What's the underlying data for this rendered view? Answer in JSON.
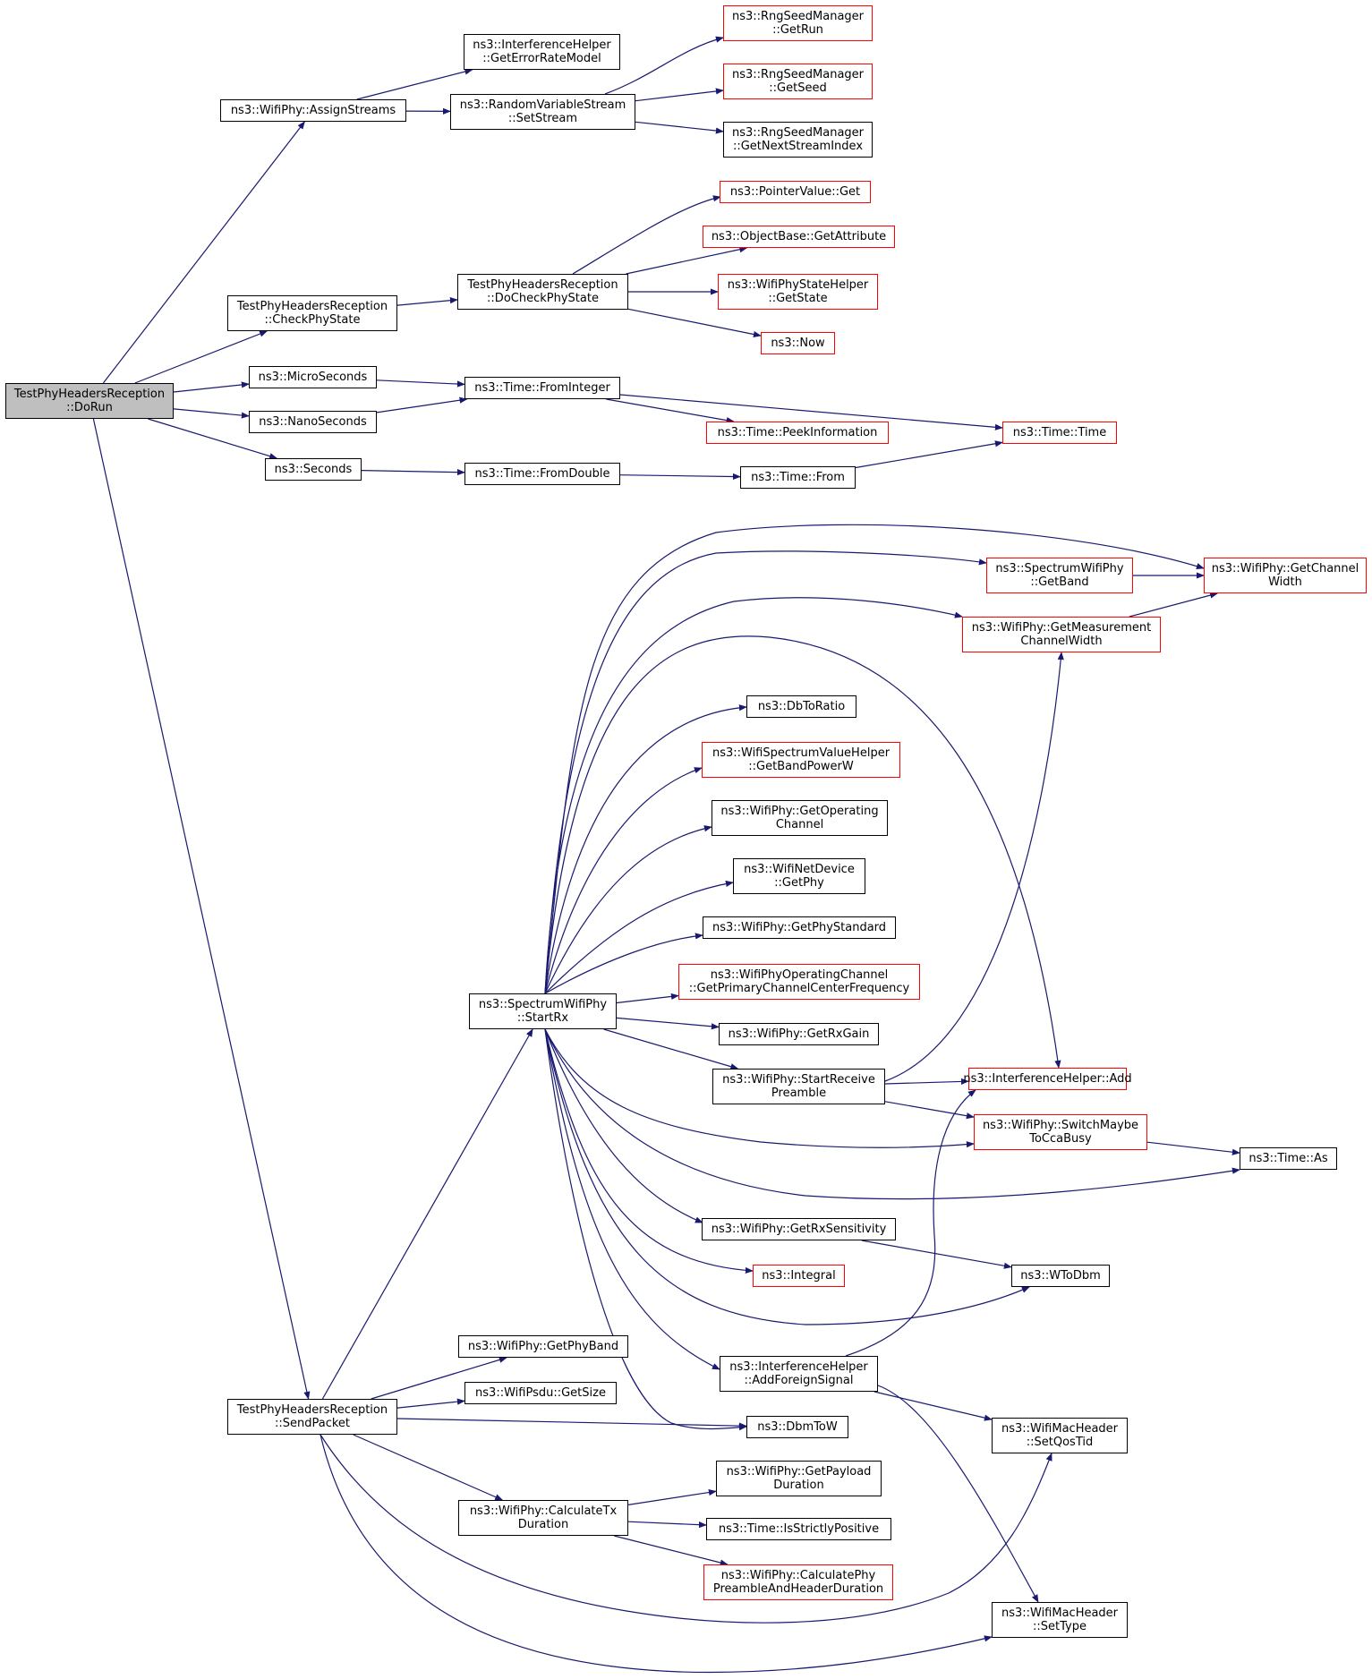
{
  "nodes": [
    {
      "id": "dorun",
      "style": "root",
      "lines": [
        "TestPhyHeadersReception",
        "::DoRun"
      ]
    },
    {
      "id": "assignstreams",
      "style": "normal",
      "lines": [
        "ns3::WifiPhy::AssignStreams"
      ]
    },
    {
      "id": "geterrorratemodel",
      "style": "normal",
      "lines": [
        "ns3::InterferenceHelper",
        "::GetErrorRateModel"
      ]
    },
    {
      "id": "setstream",
      "style": "normal",
      "lines": [
        "ns3::RandomVariableStream",
        "::SetStream"
      ]
    },
    {
      "id": "getrun",
      "style": "red",
      "lines": [
        "ns3::RngSeedManager",
        "::GetRun"
      ]
    },
    {
      "id": "getseed",
      "style": "red",
      "lines": [
        "ns3::RngSeedManager",
        "::GetSeed"
      ]
    },
    {
      "id": "getnextstreamindex",
      "style": "normal",
      "lines": [
        "ns3::RngSeedManager",
        "::GetNextStreamIndex"
      ]
    },
    {
      "id": "checkphystate",
      "style": "normal",
      "lines": [
        "TestPhyHeadersReception",
        "::CheckPhyState"
      ]
    },
    {
      "id": "docheckphystate",
      "style": "normal",
      "lines": [
        "TestPhyHeadersReception",
        "::DoCheckPhyState"
      ]
    },
    {
      "id": "pointervalueget",
      "style": "red",
      "lines": [
        "ns3::PointerValue::Get"
      ]
    },
    {
      "id": "getattribute",
      "style": "red",
      "lines": [
        "ns3::ObjectBase::GetAttribute"
      ]
    },
    {
      "id": "getstate",
      "style": "red",
      "lines": [
        "ns3::WifiPhyStateHelper",
        "::GetState"
      ]
    },
    {
      "id": "now",
      "style": "red",
      "lines": [
        "ns3::Now"
      ]
    },
    {
      "id": "microseconds",
      "style": "normal",
      "lines": [
        "ns3::MicroSeconds"
      ]
    },
    {
      "id": "nanoseconds",
      "style": "normal",
      "lines": [
        "ns3::NanoSeconds"
      ]
    },
    {
      "id": "seconds",
      "style": "normal",
      "lines": [
        "ns3::Seconds"
      ]
    },
    {
      "id": "frominteger",
      "style": "normal",
      "lines": [
        "ns3::Time::FromInteger"
      ]
    },
    {
      "id": "peekinformation",
      "style": "red",
      "lines": [
        "ns3::Time::PeekInformation"
      ]
    },
    {
      "id": "timetime",
      "style": "red",
      "lines": [
        "ns3::Time::Time"
      ]
    },
    {
      "id": "fromdouble",
      "style": "normal",
      "lines": [
        "ns3::Time::FromDouble"
      ]
    },
    {
      "id": "timefrom",
      "style": "normal",
      "lines": [
        "ns3::Time::From"
      ]
    },
    {
      "id": "getchannelwidth",
      "style": "red",
      "lines": [
        "ns3::WifiPhy::GetChannel",
        "Width"
      ]
    },
    {
      "id": "getband",
      "style": "red",
      "lines": [
        "ns3::SpectrumWifiPhy",
        "::GetBand"
      ]
    },
    {
      "id": "getmeasurementchannelwidth",
      "style": "red",
      "lines": [
        "ns3::WifiPhy::GetMeasurement",
        "ChannelWidth"
      ]
    },
    {
      "id": "dbtoratio",
      "style": "normal",
      "lines": [
        "ns3::DbToRatio"
      ]
    },
    {
      "id": "getbandpowerw",
      "style": "red",
      "lines": [
        "ns3::WifiSpectrumValueHelper",
        "::GetBandPowerW"
      ]
    },
    {
      "id": "getoperatingchannel",
      "style": "normal",
      "lines": [
        "ns3::WifiPhy::GetOperating",
        "Channel"
      ]
    },
    {
      "id": "getphy",
      "style": "normal",
      "lines": [
        "ns3::WifiNetDevice",
        "::GetPhy"
      ]
    },
    {
      "id": "getphystandard",
      "style": "normal",
      "lines": [
        "ns3::WifiPhy::GetPhyStandard"
      ]
    },
    {
      "id": "getprimarychannelcenterfrequency",
      "style": "red",
      "lines": [
        "ns3::WifiPhyOperatingChannel",
        "::GetPrimaryChannelCenterFrequency"
      ]
    },
    {
      "id": "startrx",
      "style": "normal",
      "lines": [
        "ns3::SpectrumWifiPhy",
        "::StartRx"
      ]
    },
    {
      "id": "getrxgain",
      "style": "normal",
      "lines": [
        "ns3::WifiPhy::GetRxGain"
      ]
    },
    {
      "id": "startreceivepreamble",
      "style": "normal",
      "lines": [
        "ns3::WifiPhy::StartReceive",
        "Preamble"
      ]
    },
    {
      "id": "interferenceadd",
      "style": "red",
      "lines": [
        "ns3::InterferenceHelper::Add"
      ]
    },
    {
      "id": "switchmaybetoccabusy",
      "style": "red",
      "lines": [
        "ns3::WifiPhy::SwitchMaybe",
        "ToCcaBusy"
      ]
    },
    {
      "id": "timeas",
      "style": "normal",
      "lines": [
        "ns3::Time::As"
      ]
    },
    {
      "id": "getrxsensitivity",
      "style": "normal",
      "lines": [
        "ns3::WifiPhy::GetRxSensitivity"
      ]
    },
    {
      "id": "integral",
      "style": "red",
      "lines": [
        "ns3::Integral"
      ]
    },
    {
      "id": "wtodbm",
      "style": "normal",
      "lines": [
        "ns3::WToDbm"
      ]
    },
    {
      "id": "addforeignsignal",
      "style": "normal",
      "lines": [
        "ns3::InterferenceHelper",
        "::AddForeignSignal"
      ]
    },
    {
      "id": "getphyband",
      "style": "normal",
      "lines": [
        "ns3::WifiPhy::GetPhyBand"
      ]
    },
    {
      "id": "sendpacket",
      "style": "normal",
      "lines": [
        "TestPhyHeadersReception",
        "::SendPacket"
      ]
    },
    {
      "id": "getsize",
      "style": "normal",
      "lines": [
        "ns3::WifiPsdu::GetSize"
      ]
    },
    {
      "id": "dbmtow",
      "style": "normal",
      "lines": [
        "ns3::DbmToW"
      ]
    },
    {
      "id": "setqostid",
      "style": "normal",
      "lines": [
        "ns3::WifiMacHeader",
        "::SetQosTid"
      ]
    },
    {
      "id": "getpayloadduration",
      "style": "normal",
      "lines": [
        "ns3::WifiPhy::GetPayload",
        "Duration"
      ]
    },
    {
      "id": "calculatetxduration",
      "style": "normal",
      "lines": [
        "ns3::WifiPhy::CalculateTx",
        "Duration"
      ]
    },
    {
      "id": "isstrictlypositive",
      "style": "normal",
      "lines": [
        "ns3::Time::IsStrictlyPositive"
      ]
    },
    {
      "id": "calculatephypreambleandheaderduration",
      "style": "red",
      "lines": [
        "ns3::WifiPhy::CalculatePhy",
        "PreambleAndHeaderDuration"
      ]
    },
    {
      "id": "settype",
      "style": "normal",
      "lines": [
        "ns3::WifiMacHeader",
        "::SetType"
      ]
    }
  ],
  "edges": [
    [
      "dorun",
      "assignstreams"
    ],
    [
      "dorun",
      "checkphystate"
    ],
    [
      "dorun",
      "microseconds"
    ],
    [
      "dorun",
      "nanoseconds"
    ],
    [
      "dorun",
      "seconds"
    ],
    [
      "dorun",
      "sendpacket"
    ],
    [
      "assignstreams",
      "geterrorratemodel"
    ],
    [
      "assignstreams",
      "setstream"
    ],
    [
      "setstream",
      "getrun"
    ],
    [
      "setstream",
      "getseed"
    ],
    [
      "setstream",
      "getnextstreamindex"
    ],
    [
      "checkphystate",
      "docheckphystate"
    ],
    [
      "docheckphystate",
      "pointervalueget"
    ],
    [
      "docheckphystate",
      "getattribute"
    ],
    [
      "docheckphystate",
      "getstate"
    ],
    [
      "docheckphystate",
      "now"
    ],
    [
      "microseconds",
      "frominteger"
    ],
    [
      "nanoseconds",
      "frominteger"
    ],
    [
      "frominteger",
      "peekinformation"
    ],
    [
      "frominteger",
      "timetime"
    ],
    [
      "seconds",
      "fromdouble"
    ],
    [
      "fromdouble",
      "timefrom"
    ],
    [
      "timefrom",
      "timetime"
    ],
    [
      "startrx",
      "getchannelwidth"
    ],
    [
      "startrx",
      "getband"
    ],
    [
      "startrx",
      "getmeasurementchannelwidth"
    ],
    [
      "startrx",
      "interferenceadd"
    ],
    [
      "startrx",
      "dbtoratio"
    ],
    [
      "startrx",
      "getbandpowerw"
    ],
    [
      "startrx",
      "getoperatingchannel"
    ],
    [
      "startrx",
      "getphy"
    ],
    [
      "startrx",
      "getphystandard"
    ],
    [
      "startrx",
      "getprimarychannelcenterfrequency"
    ],
    [
      "startrx",
      "getrxgain"
    ],
    [
      "startrx",
      "startreceivepreamble"
    ],
    [
      "startrx",
      "switchmaybetoccabusy"
    ],
    [
      "startrx",
      "timeas"
    ],
    [
      "startrx",
      "getrxsensitivity"
    ],
    [
      "startrx",
      "integral"
    ],
    [
      "startrx",
      "wtodbm"
    ],
    [
      "startrx",
      "addforeignsignal"
    ],
    [
      "startrx",
      "dbmtow"
    ],
    [
      "getband",
      "getchannelwidth"
    ],
    [
      "getmeasurementchannelwidth",
      "getchannelwidth"
    ],
    [
      "startreceivepreamble",
      "getmeasurementchannelwidth"
    ],
    [
      "startreceivepreamble",
      "interferenceadd"
    ],
    [
      "startreceivepreamble",
      "switchmaybetoccabusy"
    ],
    [
      "switchmaybetoccabusy",
      "timeas"
    ],
    [
      "getrxsensitivity",
      "wtodbm"
    ],
    [
      "addforeignsignal",
      "interferenceadd"
    ],
    [
      "addforeignsignal",
      "setqostid"
    ],
    [
      "addforeignsignal",
      "settype"
    ],
    [
      "sendpacket",
      "startrx"
    ],
    [
      "sendpacket",
      "getphyband"
    ],
    [
      "sendpacket",
      "getsize"
    ],
    [
      "sendpacket",
      "dbmtow"
    ],
    [
      "sendpacket",
      "calculatetxduration"
    ],
    [
      "sendpacket",
      "setqostid"
    ],
    [
      "sendpacket",
      "settype"
    ],
    [
      "calculatetxduration",
      "getpayloadduration"
    ],
    [
      "calculatetxduration",
      "isstrictlypositive"
    ],
    [
      "calculatetxduration",
      "calculatephypreambleandheaderduration"
    ]
  ],
  "colors": {
    "edge": "#191970",
    "node_border": "#000000",
    "node_border_external": "#ff0000",
    "root_fill": "#bfbfbf"
  }
}
